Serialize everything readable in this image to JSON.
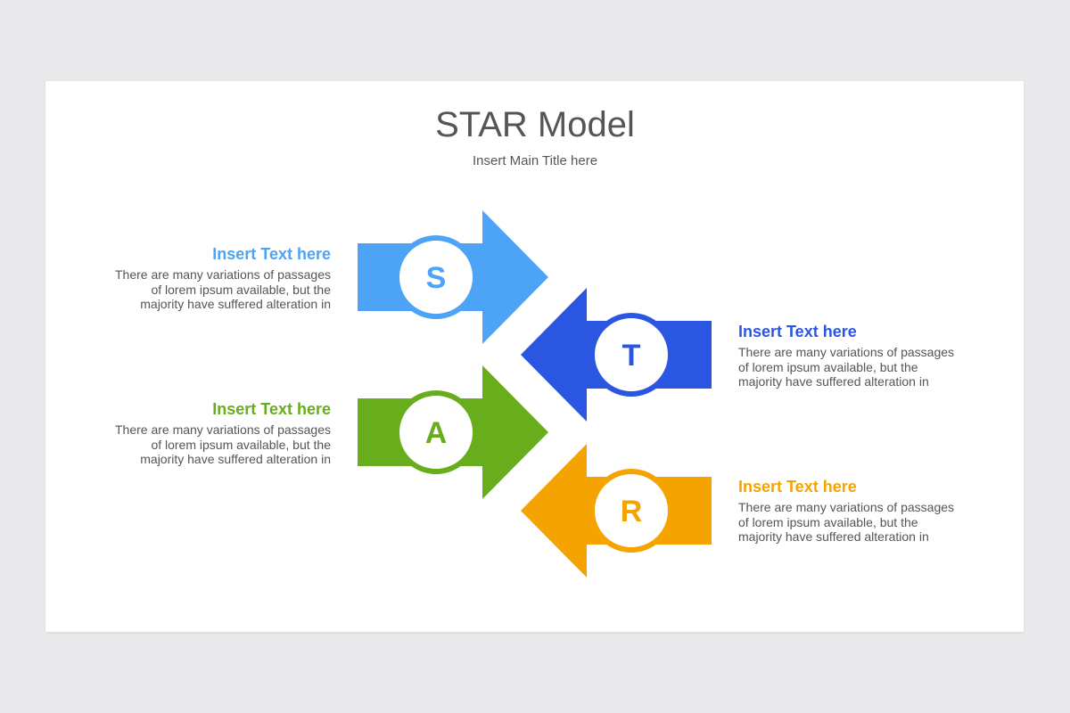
{
  "title": "STAR Model",
  "subtitle": "Insert Main Title here",
  "steps": [
    {
      "letter": "S",
      "heading": "Insert Text here",
      "text": "There are many variations of passages of lorem ipsum available, but the majority have suffered alteration in",
      "color": "#4da3f5"
    },
    {
      "letter": "T",
      "heading": "Insert Text here",
      "text": "There are many variations of passages of lorem ipsum available, but the majority have suffered alteration in",
      "color": "#2a56e2"
    },
    {
      "letter": "A",
      "heading": "Insert Text here",
      "text": "There are many variations of passages of lorem ipsum available, but the majority have suffered alteration in",
      "color": "#68ad1c"
    },
    {
      "letter": "R",
      "heading": "Insert Text here",
      "text": "There are many variations of passages of lorem ipsum available, but the majority have suffered alteration in",
      "color": "#f5a300"
    }
  ]
}
